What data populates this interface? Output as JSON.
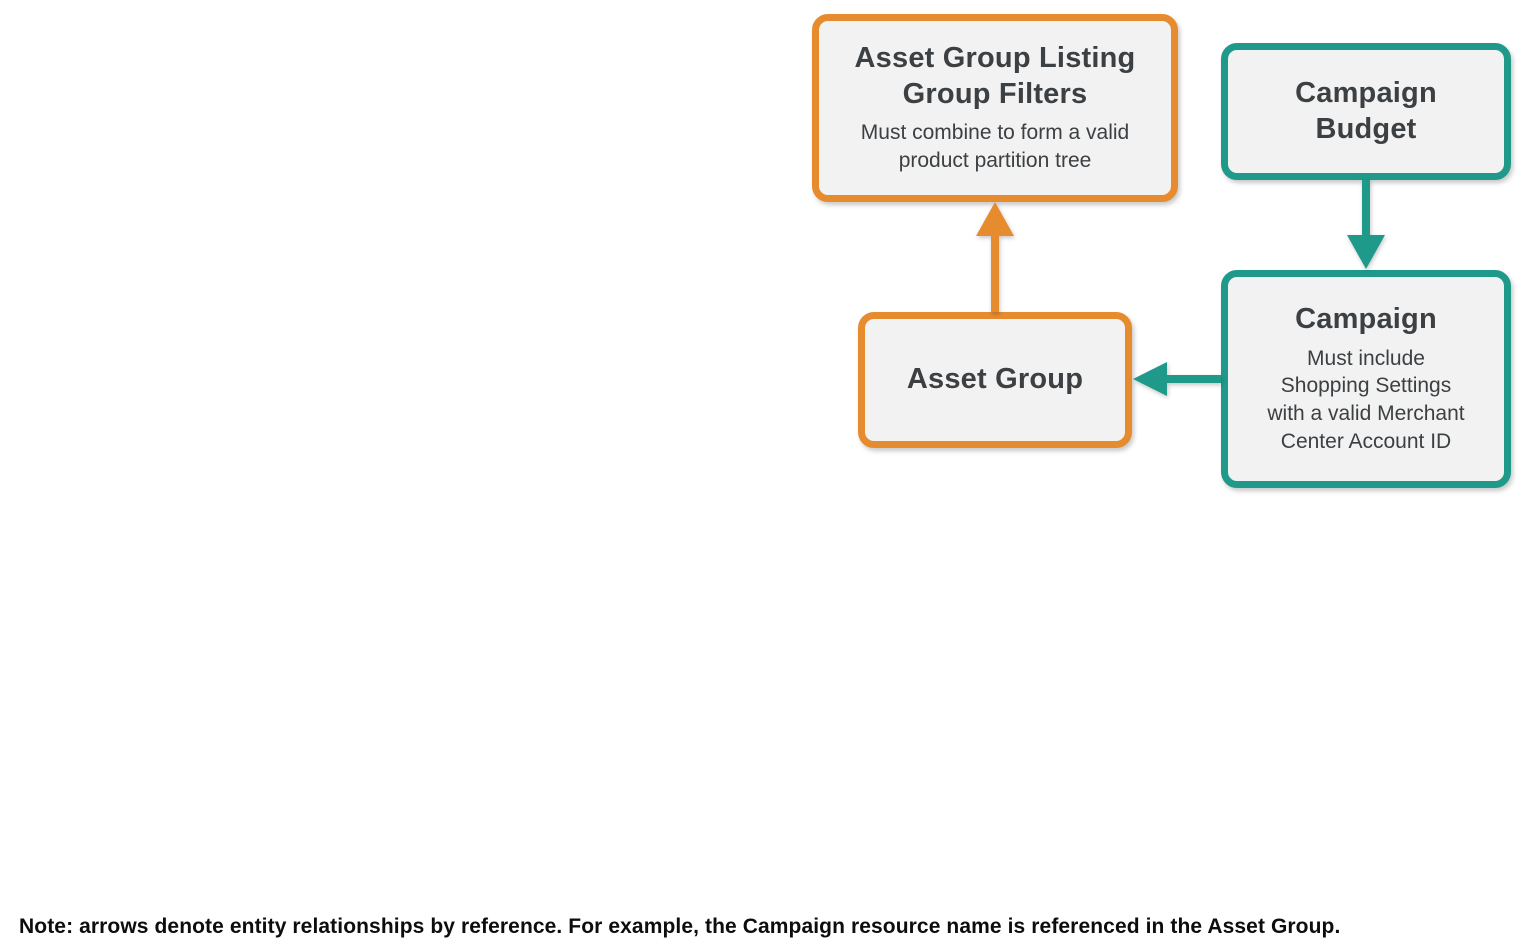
{
  "colors": {
    "orange": "#E78B2F",
    "teal": "#1F9A8A",
    "box_fill": "#F2F2F2",
    "title_text": "#3C4043",
    "note_text": "#0D0D0D",
    "background": "#FFFFFF"
  },
  "nodes": {
    "listing_group_filters": {
      "title": "Asset Group Listing Group Filters",
      "subtitle": "Must combine to form a valid product partition tree",
      "accent": "orange"
    },
    "campaign_budget": {
      "title": "Campaign Budget",
      "accent": "teal"
    },
    "campaign": {
      "title": "Campaign",
      "subtitle": "Must include Shopping Settings with a valid Merchant Center Account ID",
      "accent": "teal"
    },
    "asset_group": {
      "title": "Asset Group",
      "accent": "orange"
    }
  },
  "edges": [
    {
      "from": "Asset Group",
      "to": "Asset Group Listing Group Filters",
      "color": "orange",
      "direction": "up"
    },
    {
      "from": "Campaign Budget",
      "to": "Campaign",
      "color": "teal",
      "direction": "down"
    },
    {
      "from": "Campaign",
      "to": "Asset Group",
      "color": "teal",
      "direction": "left"
    }
  ],
  "note": "Note: arrows denote entity relationships by reference. For example, the Campaign resource name is referenced in the Asset Group."
}
